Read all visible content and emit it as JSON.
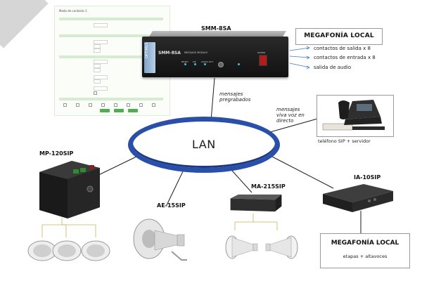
{
  "web_panel": {
    "title": "Modo de contacto 1",
    "buttons": [
      "Guardar",
      "Cancelar",
      "Volver"
    ]
  },
  "main_device": {
    "label": "SMM-8SA",
    "faceplate_model": "SMM-8SA",
    "faceplate_subtitle": "MESSAGE MODULE",
    "brand": "OPTIMUS",
    "led_labels": [
      "READY",
      "SIP",
      "AUDIO OUT"
    ],
    "power_label": "POWER"
  },
  "local_pa_top": {
    "title": "MEGAFONÍA LOCAL",
    "items": [
      "contactos de salida x 8",
      "contactos de entrada x 8",
      "salida de audio"
    ]
  },
  "lan_label": "LAN",
  "recorded_messages": [
    "mensajes",
    "pregrabados"
  ],
  "live_voice": [
    "mensajes",
    "viva voz en",
    "directo"
  ],
  "sip_phone_caption": "teléfono SIP + servidor",
  "devices": {
    "mp": "MP-120SIP",
    "ae": "AE-15SIP",
    "ma": "MA-215SIP",
    "ia": "IA-10SIP"
  },
  "local_pa_bottom": {
    "title": "MEGAFONÍA LOCAL",
    "subtitle": "etapas + altavoces"
  },
  "colors": {
    "lan_ring": "#2a4fa8",
    "link_line": "#1b1b1b",
    "arrow": "#3e7cc9"
  }
}
